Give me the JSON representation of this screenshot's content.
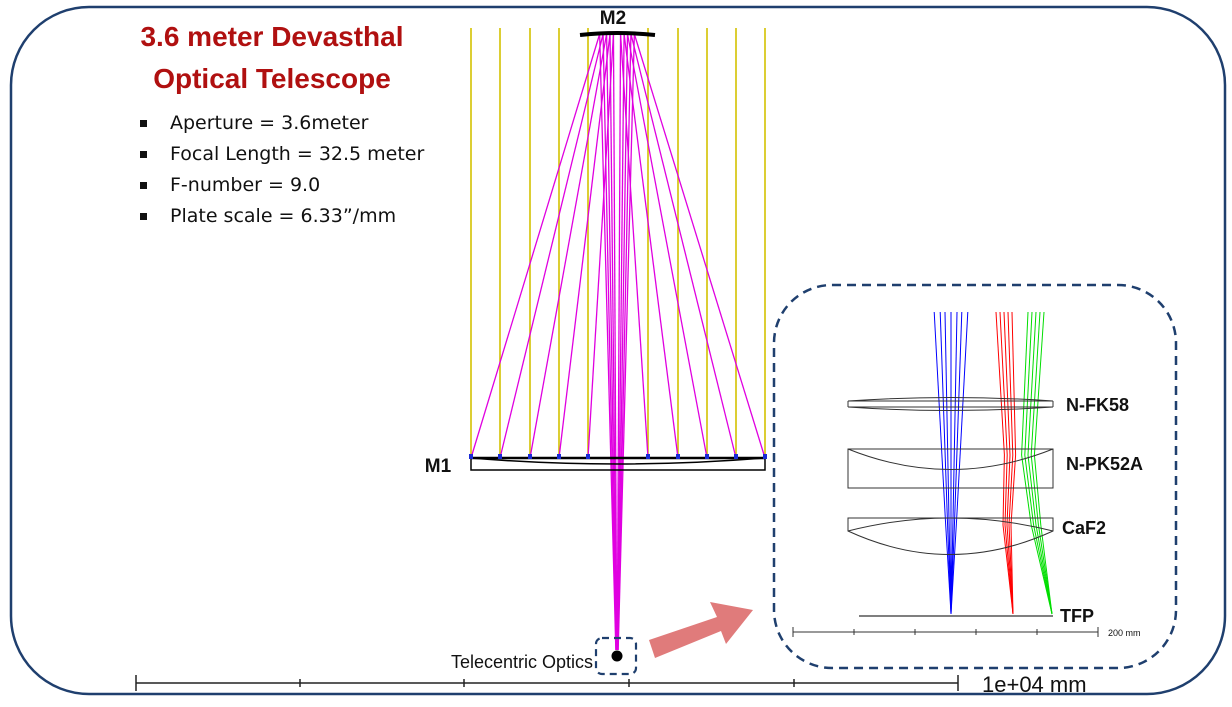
{
  "title": {
    "line1": "3.6 meter Devasthal",
    "line2": "Optical Telescope"
  },
  "specs": [
    "Aperture = 3.6meter",
    "Focal Length = 32.5 meter",
    "F-number = 9.0",
    "Plate scale = 6.33”/mm"
  ],
  "labels": {
    "m2": "M2",
    "m1": "M1",
    "telecentric": "Telecentric Optics",
    "main_scale": "1e+04 mm"
  },
  "inset": {
    "lenses": [
      "N-FK58",
      "N-PK52A",
      "CaF2"
    ],
    "focal_plane": "TFP",
    "scale": "200 mm"
  },
  "colors": {
    "title": "#b01010",
    "frame": "#1f3f6e",
    "incoming_rays": "#d4c200",
    "reflected_rays": "#e000e0",
    "arrow": "#e07b7b",
    "field_blue": "#0000ff",
    "field_red": "#ff0000",
    "field_green": "#00dd00"
  }
}
